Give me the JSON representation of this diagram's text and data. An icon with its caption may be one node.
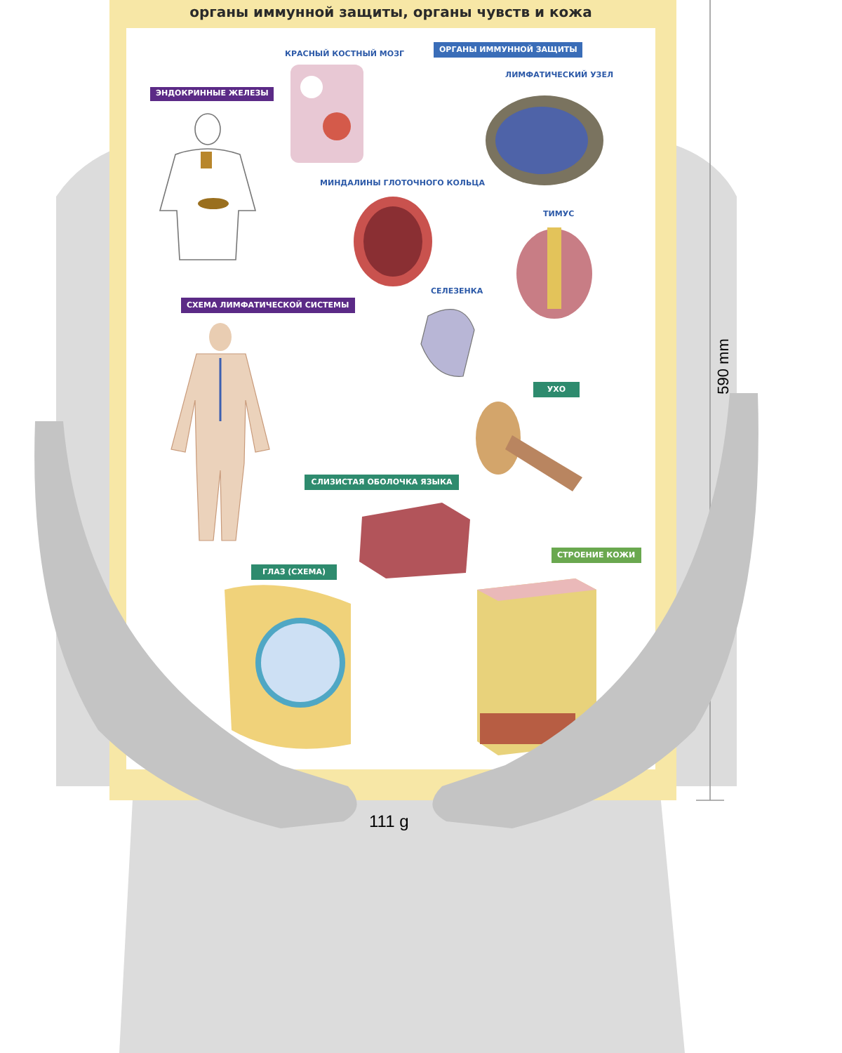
{
  "diagram": {
    "title": "органы иммунной защиты, органы чувств и кожа",
    "nodes": [
      {
        "text": [
          "ОРГАНЫ ИММУННОЙ ЗАЩИТЫ"
        ]
      },
      {
        "text": [
          "ЭНДОКРИННЫЕ ЖЕЛЕЗЫ"
        ]
      },
      {
        "text": [
          "СХЕМА ЛИМФАТИЧЕСКОЙ СИСТЕМЫ"
        ]
      },
      {
        "text": [
          "УХО"
        ]
      },
      {
        "text": [
          "СЛИЗИСТАЯ ОБОЛОЧКА ЯЗЫКА"
        ]
      },
      {
        "text": [
          "СТРОЕНИЕ КОЖИ"
        ]
      },
      {
        "text": [
          "ГЛАЗ (СХЕМА)"
        ]
      }
    ],
    "labels": [
      "КРАСНЫЙ КОСТНЫЙ МОЗГ",
      "ЛИМФАТИЧЕСКИЙ УЗЕЛ",
      "МИНДАЛИНЫ ГЛОТОЧНОГО КОЛЬЦА",
      "ТИМУС",
      "СЕЛЕЗЕНКА",
      "590 mm",
      "111 g"
    ]
  }
}
